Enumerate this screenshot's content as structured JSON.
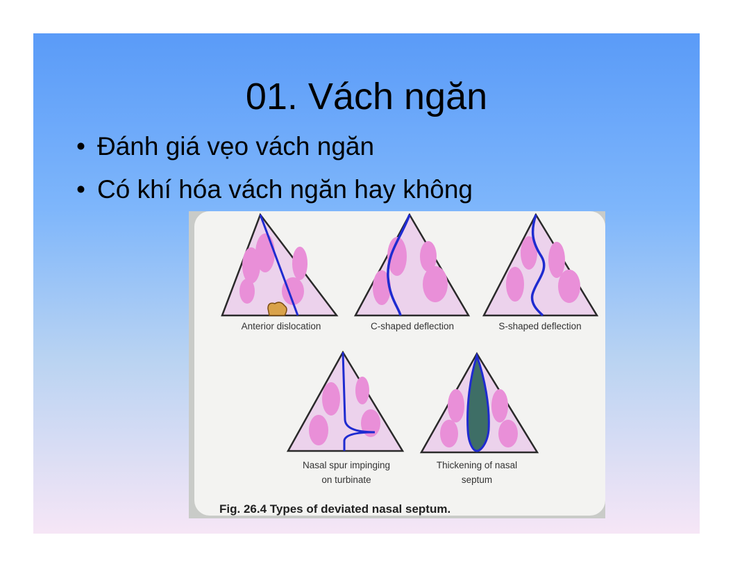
{
  "slide": {
    "title": "01. Vách ngăn",
    "bullets": [
      "Đánh giá vẹo vách ngăn",
      "Có khí hóa vách ngăn hay không"
    ]
  },
  "figure": {
    "labels": {
      "anterior": "Anterior dislocation",
      "c_shaped": "C-shaped deflection",
      "s_shaped": "S-shaped deflection",
      "spur_line1": "Nasal spur impinging",
      "spur_line2": "on turbinate",
      "thick_line1": "Thickening of nasal",
      "thick_line2": "septum"
    },
    "caption": "Fig. 26.4  Types of deviated nasal septum."
  },
  "colors": {
    "septum_line": "#1f2bd0",
    "turbinate": "#e98fd8",
    "triangle_fill": "#ecd2ec",
    "cartilage": "#d9a24a",
    "thick_septum": "#3e6e66"
  }
}
